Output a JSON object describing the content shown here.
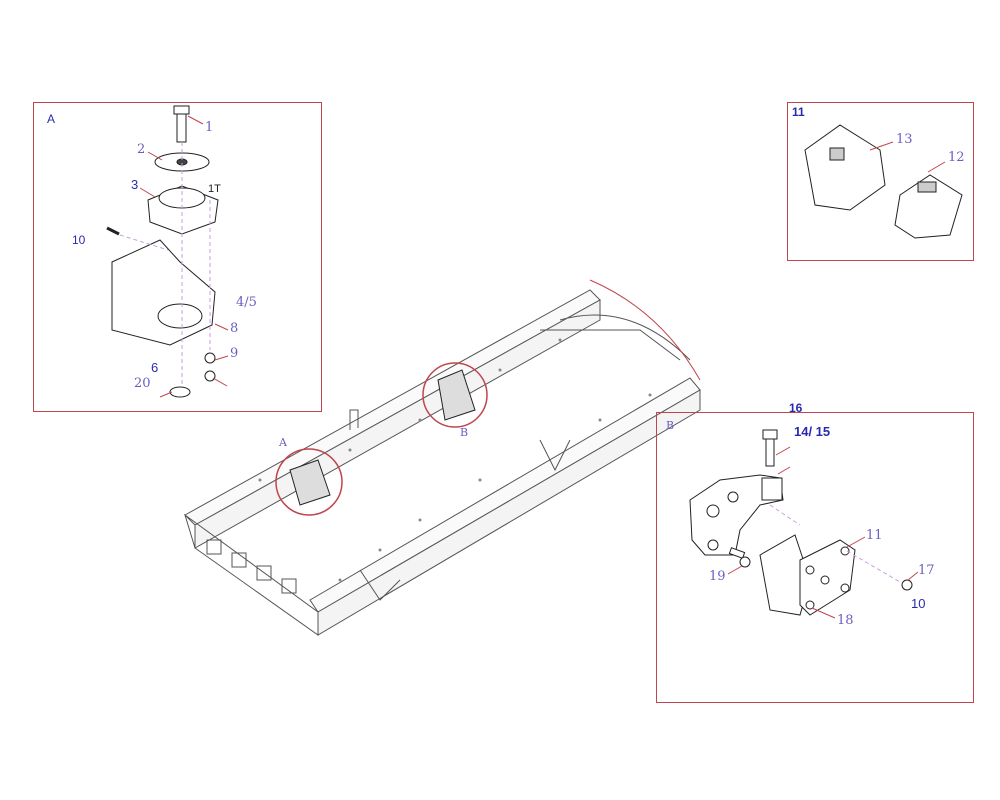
{
  "detail_a": {
    "title": "A",
    "labels": {
      "l1": "1",
      "l2": "2",
      "l3": "3",
      "l11t": "1T",
      "l10": "10",
      "l45": "4/5",
      "l8": "8",
      "l9": "9",
      "l6": "6",
      "l20": "20"
    }
  },
  "detail_11": {
    "title": "11",
    "labels": {
      "l13": "13",
      "l12": "12"
    }
  },
  "detail_b": {
    "title": "B",
    "top_label": "16",
    "labels": {
      "l1415": "14/ 15",
      "l11": "11",
      "l17": "17",
      "l19": "19",
      "l10": "10",
      "l18": "18"
    }
  },
  "chassis": {
    "callout_a": "A",
    "callout_b": "B"
  },
  "colors": {
    "frame": "#c0454d",
    "leader": "#c0454d",
    "text_blue": "#2a2ab0",
    "text_purple": "#6a5fc0"
  }
}
